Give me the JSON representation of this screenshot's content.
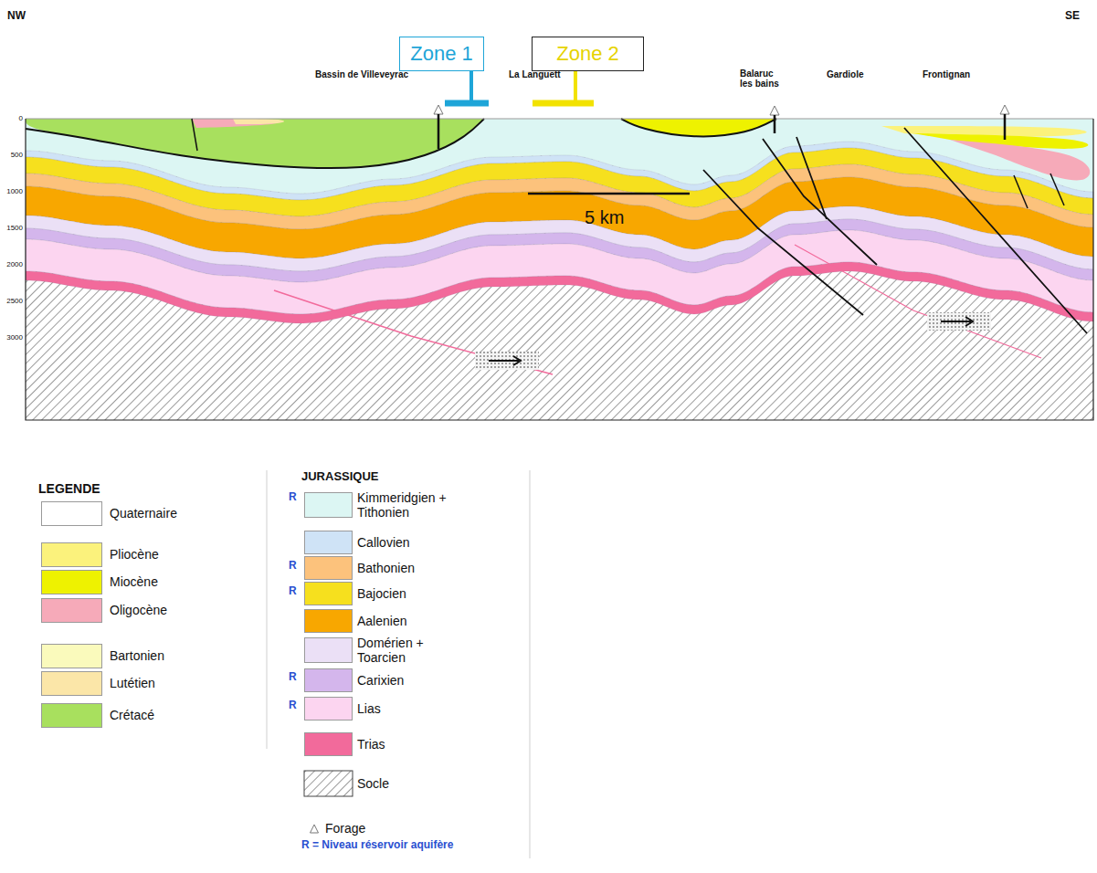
{
  "diagram": {
    "nodes": [
      {
        "text": [
          "Zone 1"
        ]
      },
      {
        "text": [
          "Zone 2"
        ]
      }
    ],
    "labels": [
      "NW",
      "SE",
      "Bassin de Villeveyrac",
      "La Languett",
      "Balaruc les bains",
      "Gardiole",
      "Frontignan",
      "0",
      "500",
      "1000",
      "1500",
      "2000",
      "2500",
      "3000",
      "5 km",
      "LEGENDE",
      "JURASSIQUE",
      "R",
      "R",
      "R",
      "R",
      "R",
      "R = Niveau réservoir aquifère"
    ],
    "legend": [
      {
        "text": "Quaternaire",
        "color": "#ffffff"
      },
      {
        "text": "Pliocène",
        "color": "#fbf27c"
      },
      {
        "text": "Miocène",
        "color": "#eef200"
      },
      {
        "text": "Oligocène",
        "color": "#f6aab9"
      },
      {
        "text": "Bartonien",
        "color": "#fafabc"
      },
      {
        "text": "Lutétien",
        "color": "#fbe6a8"
      },
      {
        "text": "Crétacé",
        "color": "#a8e05e"
      },
      {
        "text": "Kimmeridgien + Tithonien",
        "color": "#dcf6f3"
      },
      {
        "text": "Callovien",
        "color": "#cfe3f6"
      },
      {
        "text": "Bathonien",
        "color": "#fcc27c"
      },
      {
        "text": "Bajocien",
        "color": "#f6e01e"
      },
      {
        "text": "Aalenien",
        "color": "#f8a700"
      },
      {
        "text": "Domérien + Toarcien",
        "color": "#ebe0f6"
      },
      {
        "text": "Carixien",
        "color": "#d4b6ec"
      },
      {
        "text": "Lias",
        "color": "#fcd5f0"
      },
      {
        "text": "Trias",
        "color": "#f26a9b"
      },
      {
        "text": "Socle"
      },
      {
        "text": "Forage"
      }
    ]
  }
}
